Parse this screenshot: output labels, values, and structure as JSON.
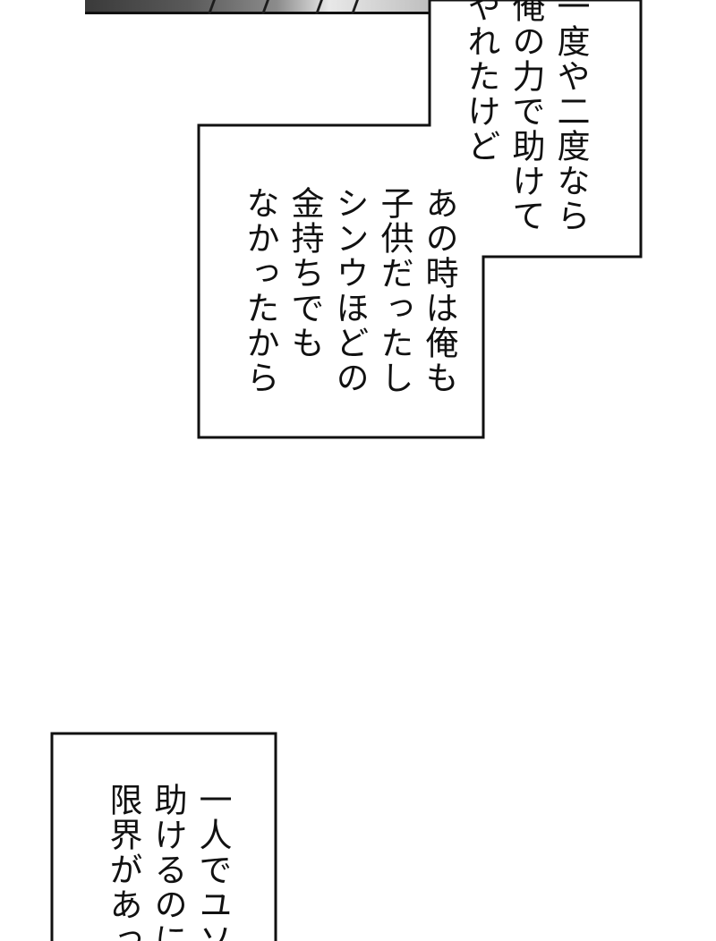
{
  "caption_top": {
    "lines": [
      "一度や二度なら",
      "俺の力で助けて",
      "やれたけど"
    ]
  },
  "caption_middle": {
    "lines": [
      "あの時は俺も",
      "子供だったし",
      "シンウほどの",
      "金持ちでも",
      "なかったから"
    ]
  },
  "caption_bottom": {
    "lines": [
      "一人でユソン",
      "助けるのには",
      "限界があった"
    ]
  }
}
